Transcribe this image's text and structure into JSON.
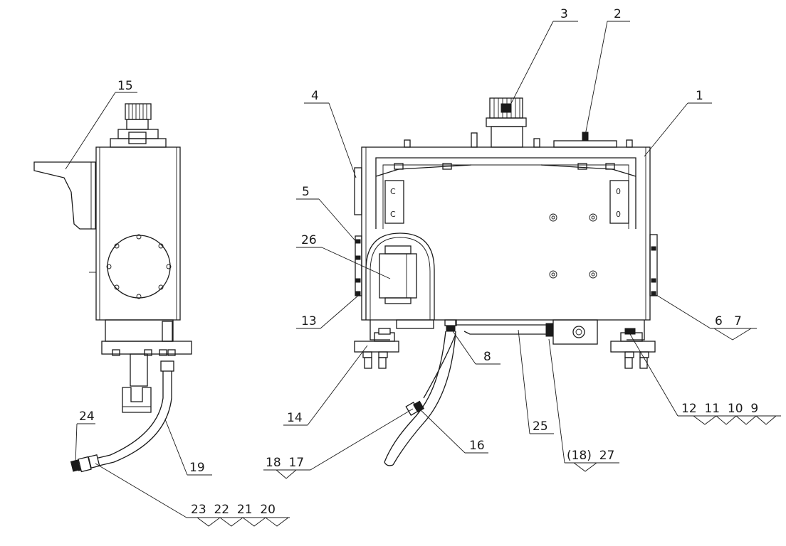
{
  "drawing": {
    "callouts": {
      "c1": "1",
      "c2": "2",
      "c3": "3",
      "c4": "4",
      "c5": "5",
      "c6_7": "6   7",
      "c8": "8",
      "c12_9": "12  11  10  9",
      "c13": "13",
      "c14": "14",
      "c15": "15",
      "c16": "16",
      "c18_17": "18  17",
      "c19": "19",
      "c23_20": "23  22  21  20",
      "c24": "24",
      "c25": "25",
      "c18_27": "(18)  27",
      "c26": "26"
    },
    "panel_marks": {
      "left_upper": "C",
      "left_lower": "C",
      "right_upper": "0",
      "right_lower": "0"
    }
  }
}
